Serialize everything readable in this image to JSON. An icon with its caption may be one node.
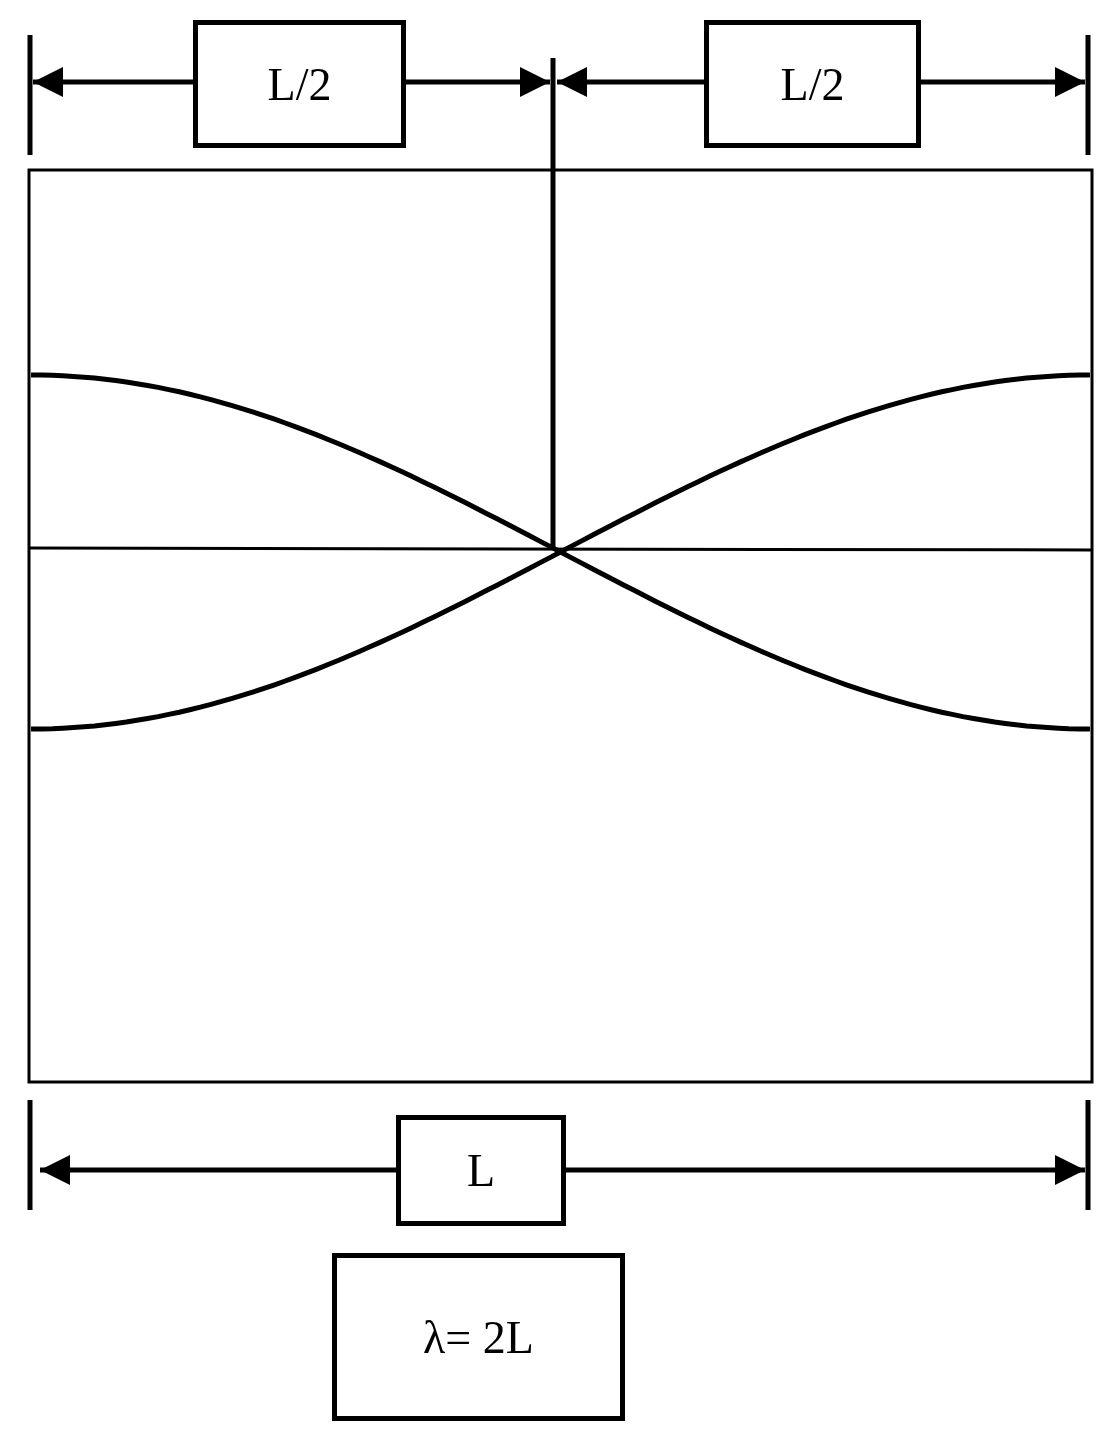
{
  "diagram": {
    "nodes": [
      {
        "text": [
          "L/2"
        ]
      },
      {
        "text": [
          "L/2"
        ]
      },
      {
        "text": [
          "L"
        ]
      },
      {
        "text": [
          "λ= 2L"
        ]
      }
    ]
  }
}
